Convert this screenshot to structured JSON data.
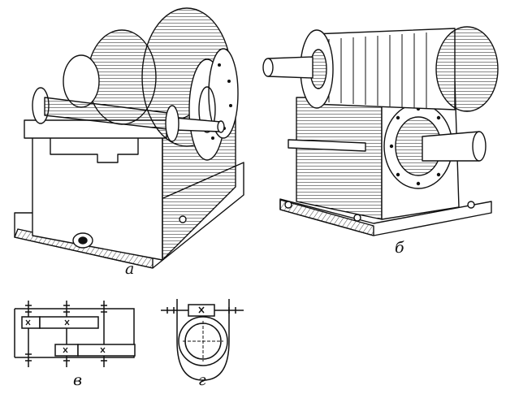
{
  "labels": {
    "a": "а",
    "b": "б",
    "v": "в",
    "g": "г"
  },
  "colors": {
    "ink": "#111111",
    "paper": "#ffffff"
  }
}
